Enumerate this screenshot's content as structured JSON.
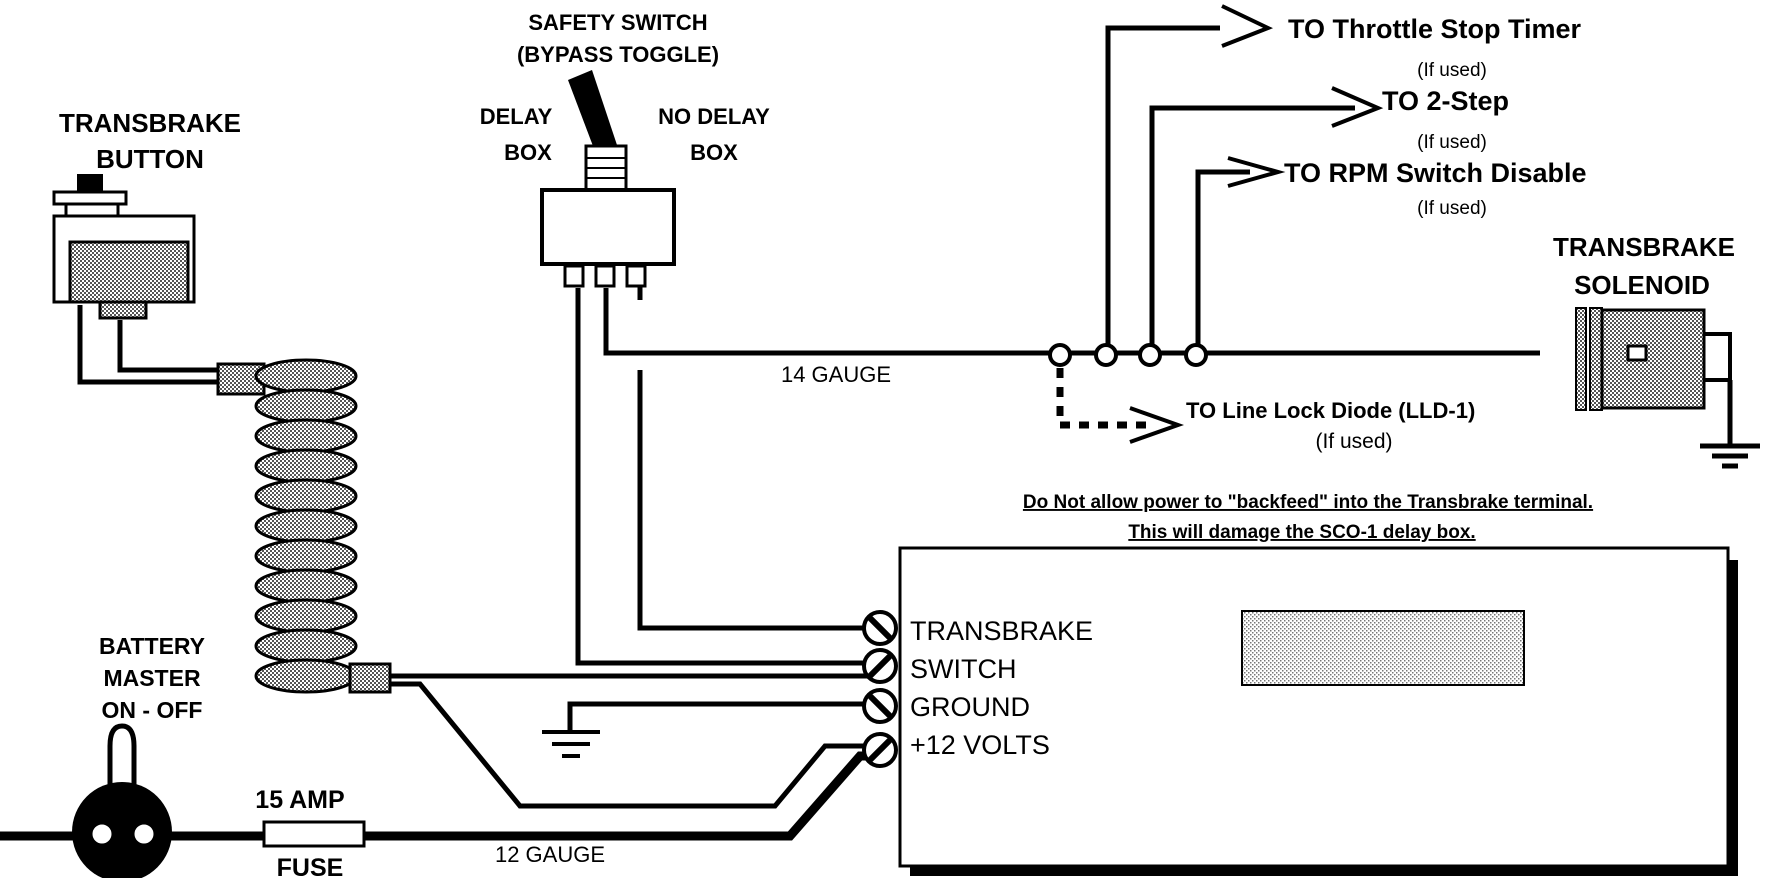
{
  "safety_switch": {
    "title_line1": "SAFETY SWITCH",
    "title_line2": "(BYPASS TOGGLE)",
    "left_label_line1": "DELAY",
    "left_label_line2": "BOX",
    "right_label_line1": "NO DELAY",
    "right_label_line2": "BOX"
  },
  "transbrake_button": {
    "line1": "TRANSBRAKE",
    "line2": "BUTTON"
  },
  "battery_master": {
    "line1": "BATTERY",
    "line2": "MASTER",
    "line3": "ON - OFF"
  },
  "fuse": {
    "rating": "15 AMP",
    "label": "FUSE"
  },
  "wires": {
    "gauge_14": "14 GAUGE",
    "gauge_12": "12 GAUGE"
  },
  "outputs": [
    {
      "label": "TO Throttle Stop Timer",
      "note": "(If used)"
    },
    {
      "label": "TO 2-Step",
      "note": "(If used)"
    },
    {
      "label": "TO RPM Switch Disable",
      "note": "(If used)"
    }
  ],
  "line_lock": {
    "label": "TO Line Lock Diode (LLD-1)",
    "note": "(If used)"
  },
  "solenoid": {
    "line1": "TRANSBRAKE",
    "line2": "SOLENOID"
  },
  "warning": {
    "line1": "Do Not allow power to \"backfeed\" into the Transbrake terminal.",
    "line2": "This will damage the SCO-1 delay box."
  },
  "terminals": [
    {
      "label": "TRANSBRAKE"
    },
    {
      "label": "SWITCH"
    },
    {
      "label": "GROUND"
    },
    {
      "label": "+12 VOLTS"
    }
  ],
  "colors": {
    "line": "#000000",
    "fill_pattern": "#a8a8a8",
    "background": "#ffffff"
  }
}
